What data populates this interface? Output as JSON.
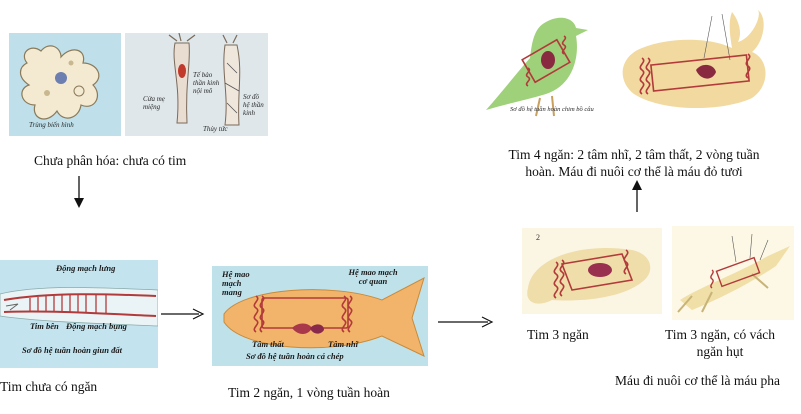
{
  "captions": {
    "undifferentiated": "Chưa phân hóa: chưa có tim",
    "no_chamber": "Tim chưa có ngăn",
    "two_chamber": "Tim 2 ngăn, 1 vòng tuần hoàn",
    "four_chamber_line1": "Tim 4 ngăn: 2 tâm nhĩ, 2 tâm thất, 2 vòng tuần",
    "four_chamber_line2": "hoàn. Máu đi nuôi cơ thể là máu đỏ tươi",
    "three_chamber": "Tim 3 ngăn",
    "three_chamber_septum_line1": "Tim 3 ngăn, có vách",
    "three_chamber_septum_line2": "ngăn hụt",
    "mixed_blood": "Máu đi nuôi cơ thể là máu pha"
  },
  "figure_labels": {
    "amoeba": "Trùng biến hình",
    "hydra_left": "Cửa mẹ miệng",
    "hydra_mid": "Tế bào thần kinh nội mô",
    "hydra_right": "Sơ đồ hệ thần kinh",
    "hydra_bottom": "Thủy tức",
    "worm_dorsal": "Động mạch lưng",
    "worm_lateral": "Tim bên",
    "worm_ventral": "Động mạch bụng",
    "worm_caption": "Sơ đồ hệ tuần hoàn giun đất",
    "fish_gill": "Hệ mao mạch mang",
    "fish_organ": "Hệ mao mạch cơ quan",
    "fish_ventricle": "Tâm thất",
    "fish_atrium": "Tâm nhĩ",
    "fish_caption": "Sơ đồ hệ tuần hoàn cá chép",
    "bird_caption": "Sơ đồ hệ tuần hoàn chim bồ câu"
  },
  "colors": {
    "vessel": "#b23a3a",
    "body_tan": "#e8c87a",
    "panel_blue": "#b9dde6",
    "bird_green": "#9fd07a",
    "fish_orange": "#f2b46a"
  }
}
